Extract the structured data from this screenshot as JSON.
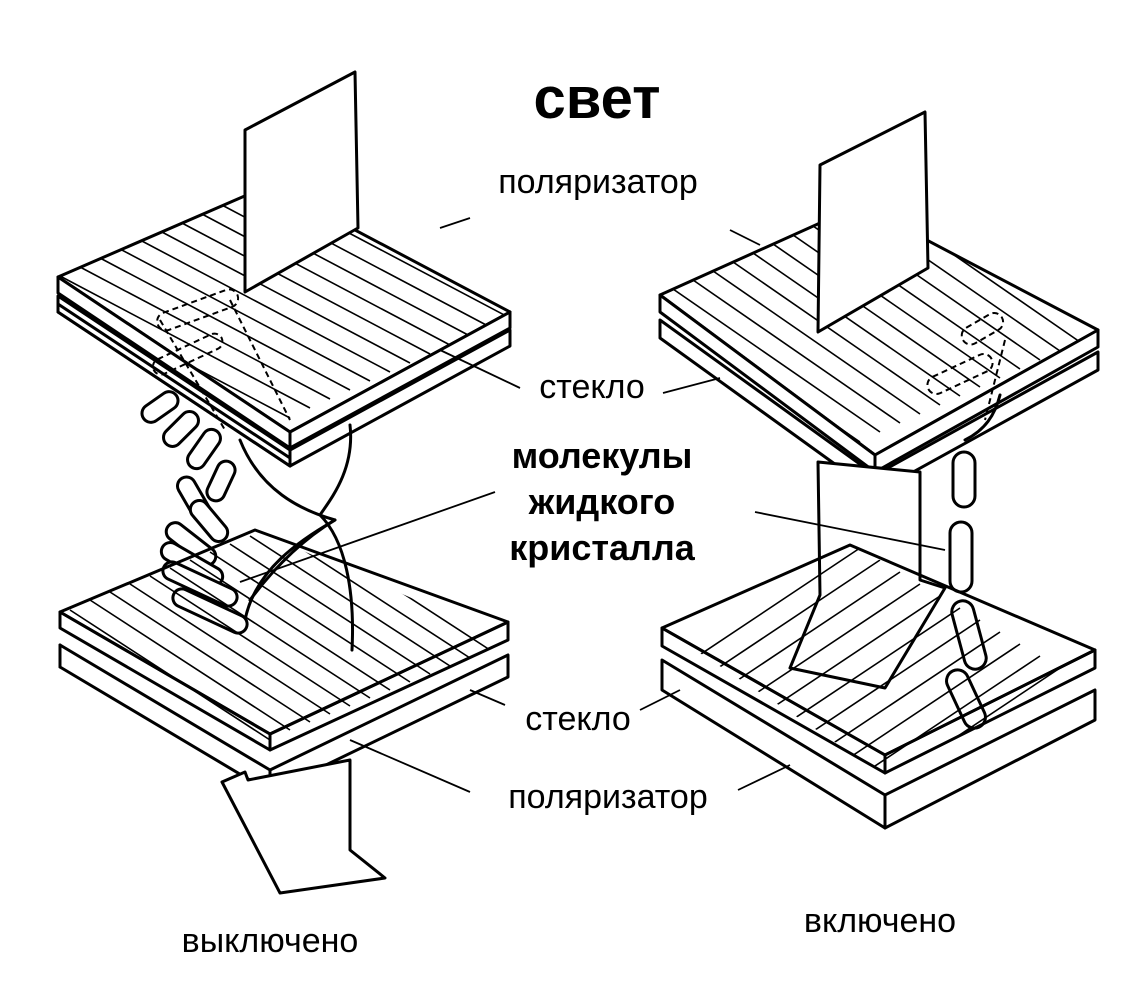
{
  "title": "свет",
  "labels": {
    "polarizer_top": "поляризатор",
    "glass_top": "стекло",
    "molecules_line1": "молекулы",
    "molecules_line2": "жидкого",
    "molecules_line3": "кристалла",
    "glass_bottom": "стекло",
    "polarizer_bottom": "поляризатор"
  },
  "captions": {
    "left": "выключено",
    "right": "включено"
  }
}
